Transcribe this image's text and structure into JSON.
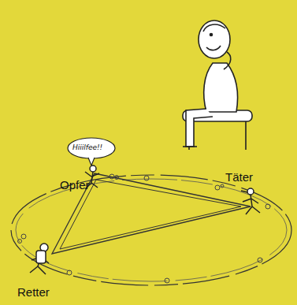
{
  "diagram": {
    "labels": [
      "Hiiilfee!!",
      "Opfer",
      "Täter",
      "Retter"
    ]
  }
}
